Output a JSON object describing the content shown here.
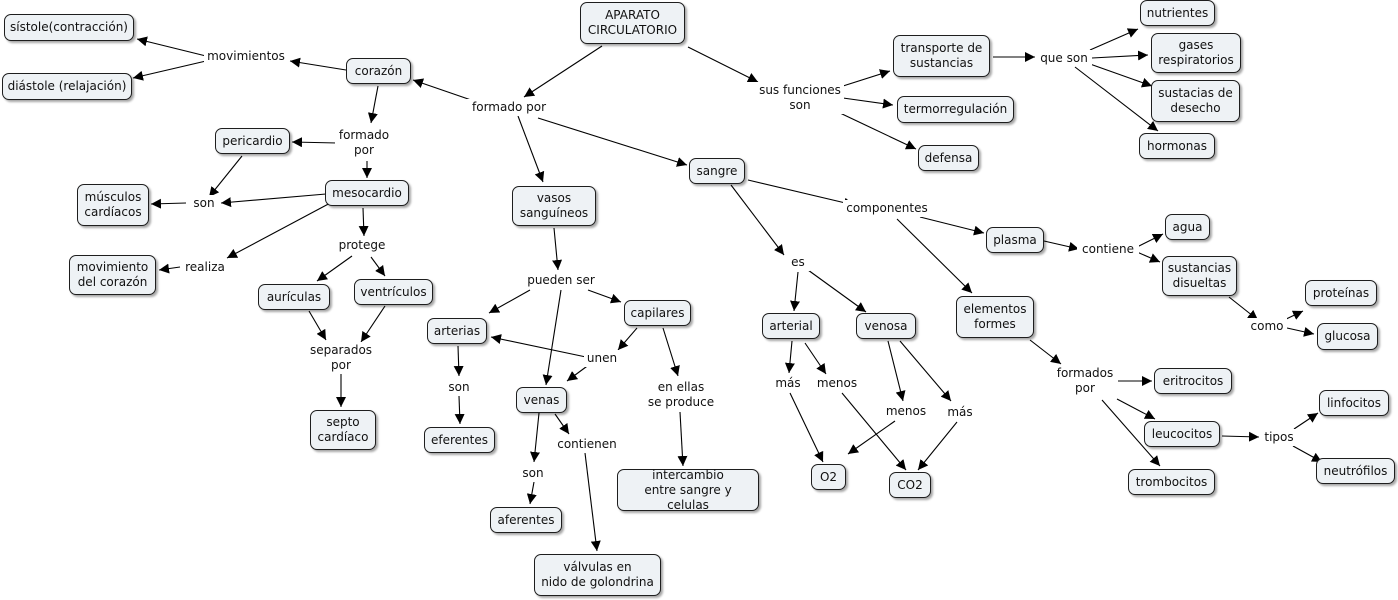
{
  "concepts": {
    "aparato": "APARATO\nCIRCULATORIO",
    "sistole": "sístole(contracción)",
    "diastole": "diástole (relajación)",
    "corazon": "corazón",
    "pericardio": "pericardio",
    "musculos": "músculos\ncardíacos",
    "mesocardio": "mesocardio",
    "movimiento": "movimiento\ndel corazón",
    "auriculas": "aurículas",
    "ventriculos": "ventrículos",
    "septo": "septo\ncardíaco",
    "vasos": "vasos\nsanguíneos",
    "arterias": "arterias",
    "capilares": "capilares",
    "venas": "venas",
    "eferentes": "eferentes",
    "aferentes": "aferentes",
    "valvulas": "válvulas en\nnido de golondrina",
    "intercambio": "intercambio\nentre sangre y celulas",
    "sangre": "sangre",
    "arterial": "arterial",
    "venosa": "venosa",
    "o2": "O2",
    "co2": "CO2",
    "transporte": "transporte de\nsustancias",
    "termorregulacion": "termorregulación",
    "defensa": "defensa",
    "nutrientes": "nutrientes",
    "gases": "gases\nrespiratorios",
    "desecho": "sustacias de\ndesecho",
    "hormonas": "hormonas",
    "plasma": "plasma",
    "agua": "agua",
    "disueltas": "sustancias\ndisueltas",
    "proteinas": "proteínas",
    "glucosa": "glucosa",
    "elementos": "elementos\nformes",
    "eritrocitos": "eritrocitos",
    "leucocitos": "leucocitos",
    "trombocitos": "trombocitos",
    "linfocitos": "linfocitos",
    "neutrofilos": "neutrófilos"
  },
  "linking_phrases": {
    "formado_por": "formado por",
    "sus_funciones": "sus funciones\nson",
    "que_son": "que son",
    "movimientos": "movimientos",
    "formado_por2": "formado\npor",
    "son1": "son",
    "realiza": "realiza",
    "protege": "protege",
    "separados": "separados\npor",
    "pueden_ser": "pueden ser",
    "unen": "unen",
    "son2": "son",
    "son3": "son",
    "contienen": "contienen",
    "en_ellas": "en ellas\nse produce",
    "es": "es",
    "mas1": "más",
    "menos1": "menos",
    "menos2": "menos",
    "mas2": "más",
    "componentes": "componentes",
    "contiene": "contiene",
    "como": "como",
    "formados_por": "formados\npor",
    "tipos": "tipos"
  }
}
